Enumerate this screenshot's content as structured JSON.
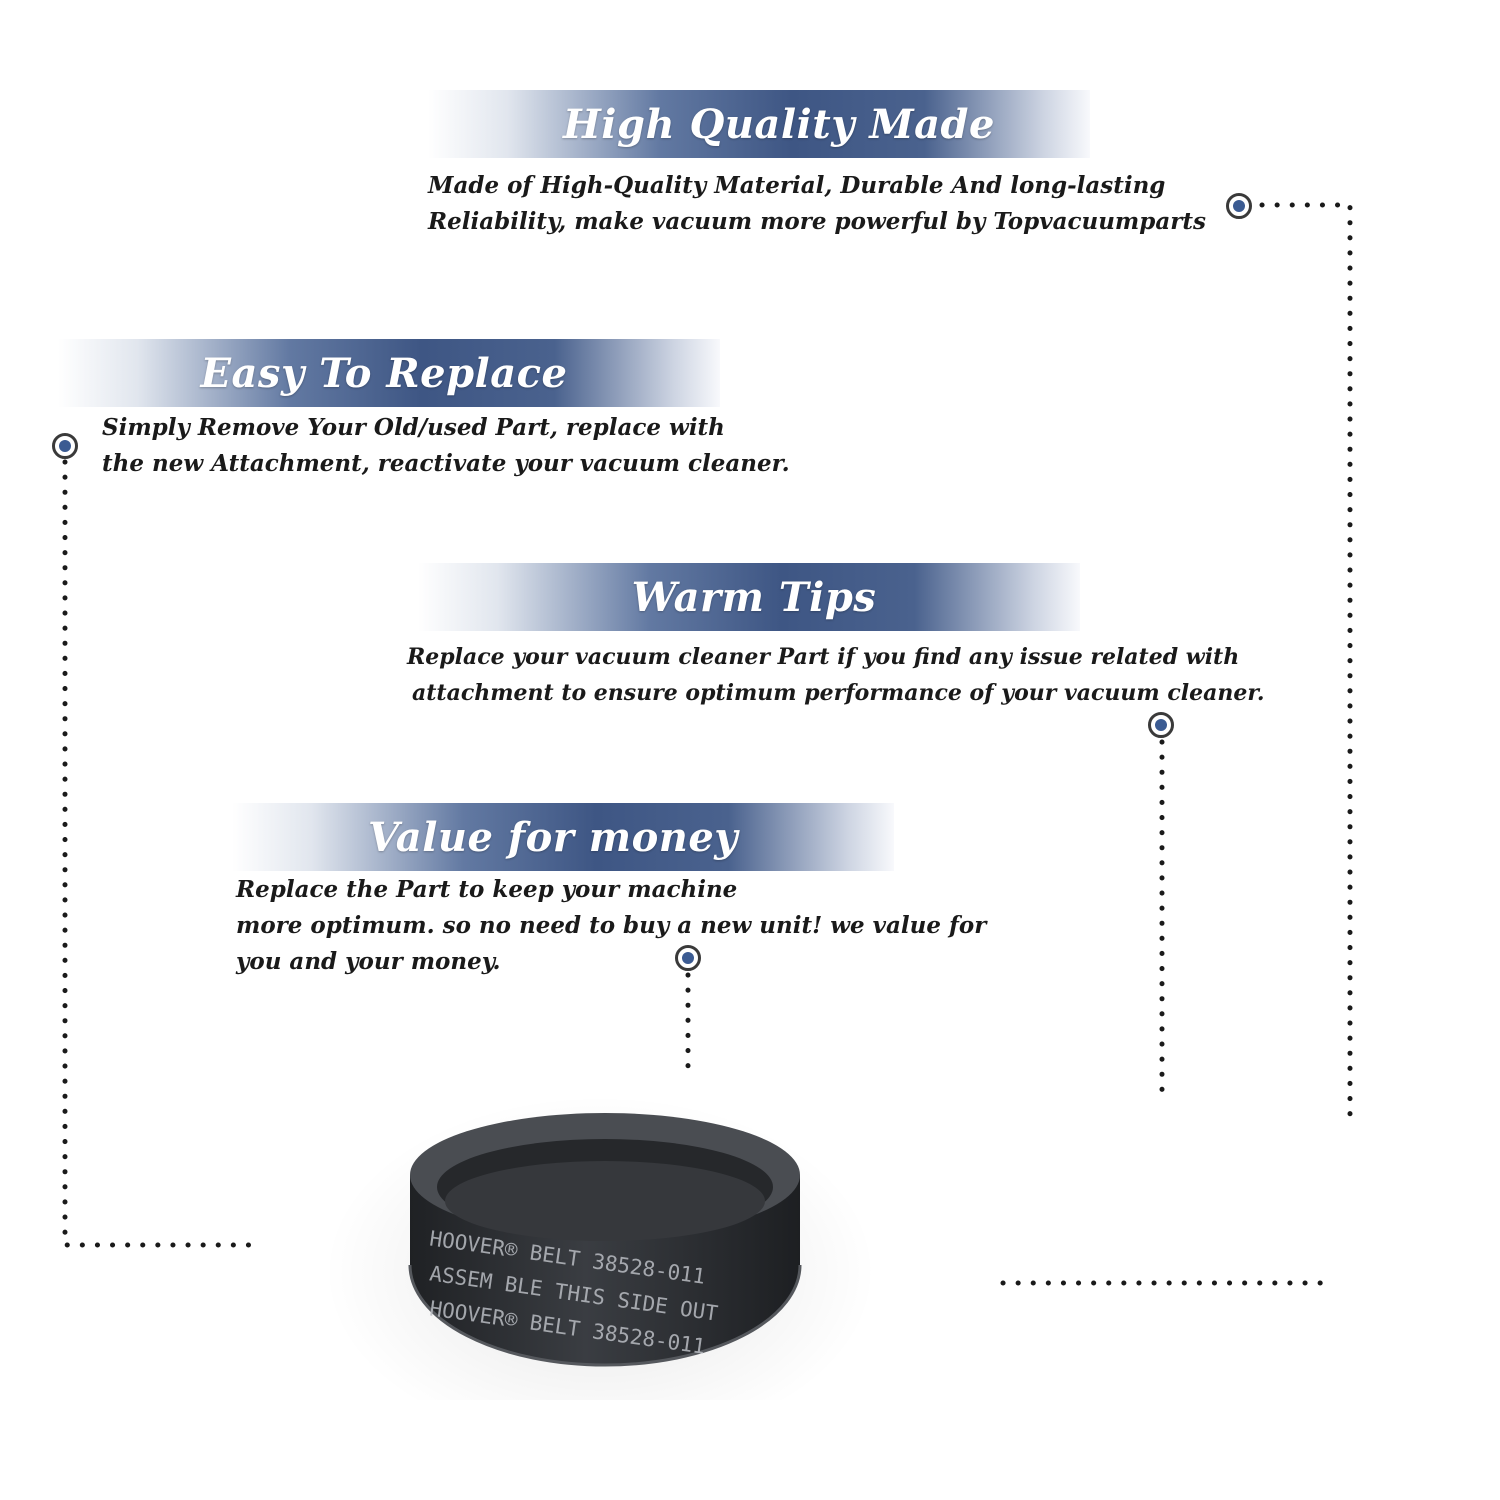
{
  "sections": [
    {
      "title": "High Quality Made",
      "lines": [
        "Made of  High-Quality Material, Durable And long-lasting",
        "Reliability, make vacuum more powerful by Topvacuumparts"
      ]
    },
    {
      "title": "Easy To Replace",
      "lines": [
        "Simply Remove Your Old/used Part, replace with",
        "the new Attachment, reactivate your vacuum cleaner."
      ]
    },
    {
      "title": "Warm Tips",
      "lines": [
        "Replace your vacuum cleaner Part if you find any issue related with",
        "attachment to ensure optimum performance of your vacuum cleaner."
      ]
    },
    {
      "title": "Value for money",
      "lines": [
        "Replace the Part to keep your machine",
        "more optimum. so no need to buy a new unit! we value for",
        "you and your money."
      ]
    }
  ],
  "belt": {
    "printed_text": [
      "HOOVER® BELT 38528-011",
      "ASSEM BLE THIS  SIDE OUT",
      "HOOVER® BELT 38528-011"
    ]
  },
  "colors": {
    "banner_blue": "#3e5684",
    "marker_dot": "#3b5b92",
    "text": "#1a1a1a",
    "belt": "#2b2d30"
  }
}
